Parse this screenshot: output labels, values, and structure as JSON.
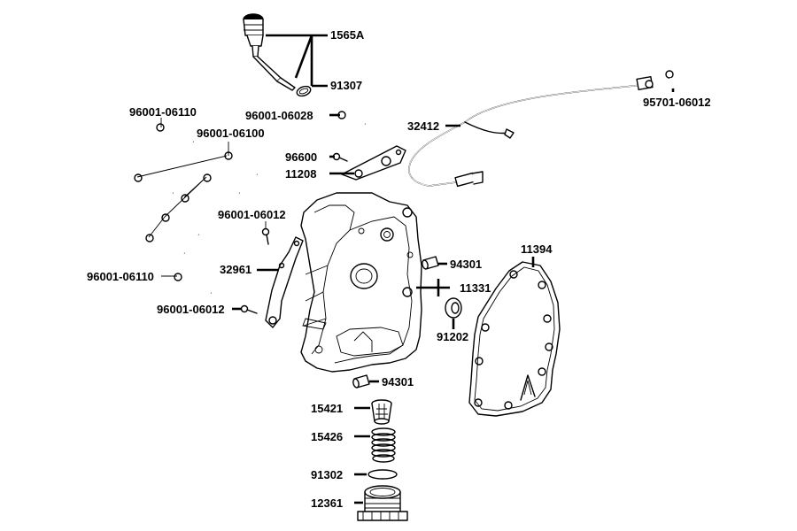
{
  "labels": {
    "l_1565A": "1565A",
    "l_91307": "91307",
    "l_96001_06110_top": "96001-06110",
    "l_96001_06028": "96001-06028",
    "l_96001_06100": "96001-06100",
    "l_32412": "32412",
    "l_95701_06012": "95701-06012",
    "l_96600": "96600",
    "l_11208": "11208",
    "l_96001_06012_top": "96001-06012",
    "l_32961": "32961",
    "l_96001_06110_bot": "96001-06110",
    "l_96001_06012_bot": "96001-06012",
    "l_94301_top": "94301",
    "l_11331": "11331",
    "l_11394": "11394",
    "l_91202": "91202",
    "l_94301_bot": "94301",
    "l_15421": "15421",
    "l_15426": "15426",
    "l_91302": "91302",
    "l_12361": "12361"
  }
}
